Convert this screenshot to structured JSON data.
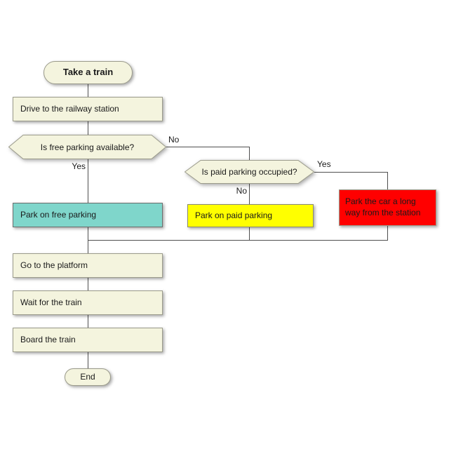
{
  "diagram": {
    "background": "#ffffff"
  },
  "nodes": {
    "start": {
      "label": "Take a train",
      "type": "terminator"
    },
    "drive": {
      "label": "Drive to the railway station",
      "type": "process"
    },
    "free_q": {
      "label": "Is free parking available?",
      "type": "decision"
    },
    "paid_q": {
      "label": "Is paid parking occupied?",
      "type": "decision"
    },
    "park_free": {
      "label": "Park on free parking",
      "type": "process",
      "fill": "#7fd6cb"
    },
    "park_paid": {
      "label": "Park on paid parking",
      "type": "process",
      "fill": "#ffff00"
    },
    "park_far": {
      "label": "Park the car a long way from the station",
      "type": "process",
      "fill": "#ff0000"
    },
    "platform": {
      "label": "Go to the platform",
      "type": "process"
    },
    "wait": {
      "label": "Wait for the train",
      "type": "process"
    },
    "board": {
      "label": "Board the train",
      "type": "process"
    },
    "end": {
      "label": "End",
      "type": "terminator"
    }
  },
  "edge_labels": {
    "free_no": "No",
    "free_yes": "Yes",
    "paid_no": "No",
    "paid_yes": "Yes"
  },
  "colors": {
    "node_fill": "#f4f4de",
    "node_border": "#9b9b8b",
    "free_fill": "#7fd6cb",
    "paid_fill": "#ffff00",
    "far_fill": "#ff0000",
    "line": "#4f4f4f",
    "text": "#1a1a1a"
  }
}
